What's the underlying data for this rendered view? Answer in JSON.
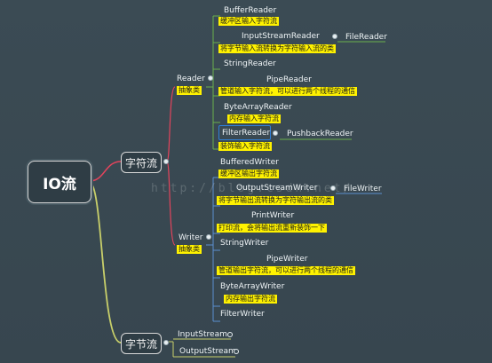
{
  "root": {
    "label": "IO流"
  },
  "char_stream": {
    "label": "字符流",
    "reader": {
      "label": "Reader",
      "note": "抽象类",
      "children": {
        "buffer_reader": {
          "label": "BufferReader",
          "note": "缓冲区输入字符流"
        },
        "input_stream_reader": {
          "label": "InputStreamReader",
          "note": "将字节输入流转换为字符输入流的类",
          "child": "FileReader"
        },
        "string_reader": {
          "label": "StringReader"
        },
        "pipe_reader": {
          "label": "PipeReader",
          "note": "管道输入字符流，可以进行两个线程的通信"
        },
        "byte_array_reader": {
          "label": "ByteArrayReader",
          "note": "内存输入字符流"
        },
        "filter_reader": {
          "label": "FilterReader",
          "note": "装饰输入字符流",
          "child": "PushbackReader"
        }
      }
    },
    "writer": {
      "label": "Writer",
      "note": "抽象类",
      "children": {
        "buffered_writer": {
          "label": "BufferedWriter",
          "note": "缓冲区输出字符流"
        },
        "output_stream_writer": {
          "label": "OutputStreamWriter",
          "note": "将字节输出流转换为字符输出流的类",
          "child": "FileWriter"
        },
        "print_writer": {
          "label": "PrintWriter",
          "note": "打印流，会将输出流重新装饰一下"
        },
        "string_writer": {
          "label": "StringWriter"
        },
        "pipe_writer": {
          "label": "PipeWriter",
          "note": "管道输出字符流，可以进行两个线程的通信"
        },
        "byte_array_writer": {
          "label": "ByteArrayWriter",
          "note": "内存输出字符流"
        },
        "filter_writer": {
          "label": "FilterWriter"
        }
      }
    }
  },
  "byte_stream": {
    "label": "字节流",
    "children": {
      "input_stream": "InputStream",
      "output_stream": "OutputStream"
    }
  },
  "watermark": "http://blog.csdn.net/",
  "colors": {
    "background": "#3a4a53",
    "note": "#fff200",
    "char_branch_line": "#e2445c",
    "byte_branch_line": "#c9d06a"
  }
}
